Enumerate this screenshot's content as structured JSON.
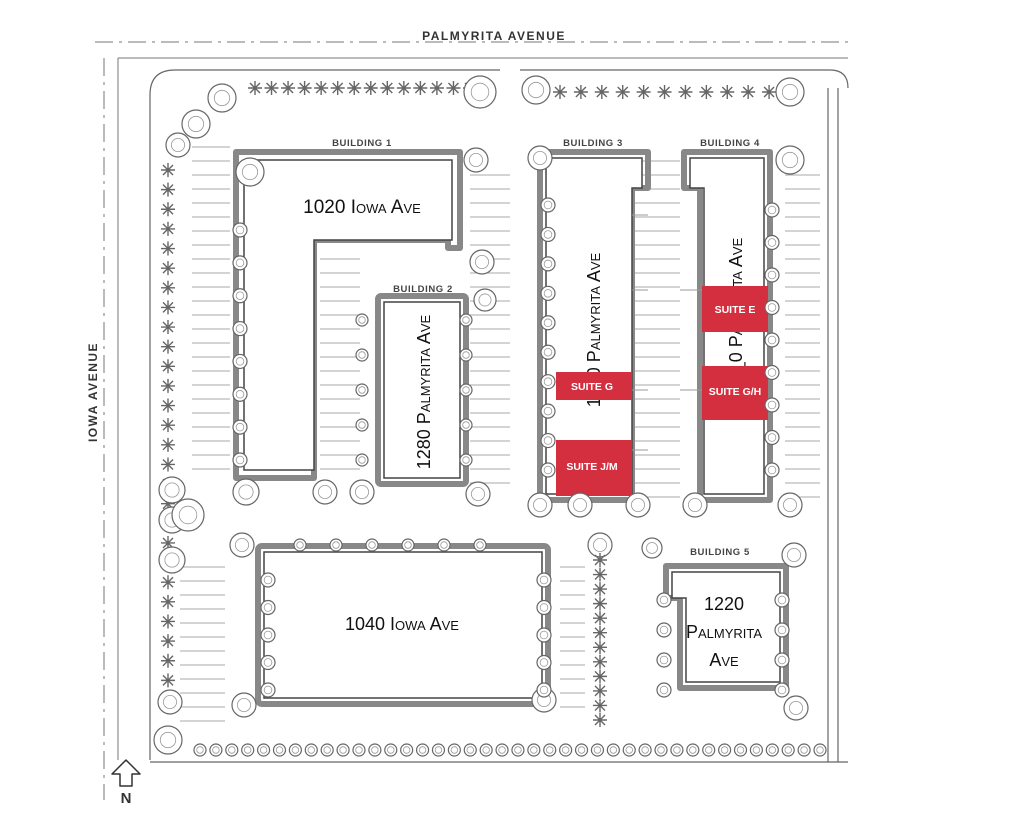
{
  "streets": {
    "north": "PALMYRITA AVENUE",
    "west": "IOWA AVENUE"
  },
  "buildings": {
    "b1": {
      "tag": "BUILDING 1",
      "address": "1020 Iowa Ave"
    },
    "b2": {
      "tag": "BUILDING 2",
      "address": "1280 Palmyrita Ave"
    },
    "b3": {
      "tag": "BUILDING 3",
      "address": "12_0 Palmyrita Ave"
    },
    "b4": {
      "tag": "BUILDING 4",
      "address": "1_0 Palmyrita Ave"
    },
    "b5": {
      "tag": "BUILDING 5",
      "address_lines": [
        "1220",
        "Palmyrita",
        "Ave"
      ]
    },
    "b6": {
      "address": "1040 Iowa Ave"
    }
  },
  "suites": {
    "b3_g": "SUITE G",
    "b3_jm": "SUITE J/M",
    "b4_e": "SUITE E",
    "b4_gh": "SUITE G/H"
  },
  "compass": {
    "label": "N"
  },
  "colors": {
    "suite_fill": "#d42f3f",
    "linework": "#555555",
    "tree": "#777777"
  }
}
